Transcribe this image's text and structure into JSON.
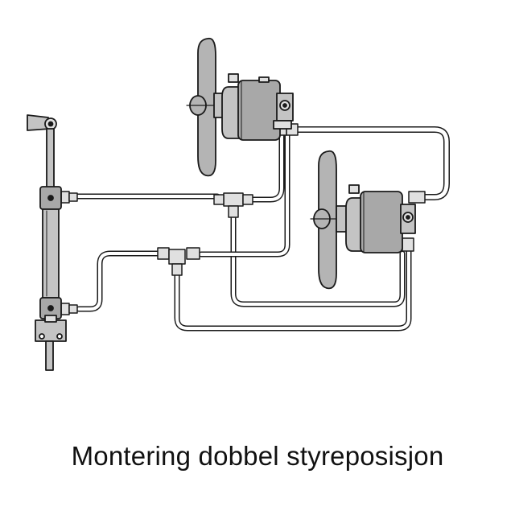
{
  "caption": "Montering dobbel styreposisjon",
  "colors": {
    "line": "#1a1a1a",
    "fill_dark": "#a8a8a8",
    "fill_mid": "#c4c4c4",
    "fill_light": "#e0e0e0",
    "background": "#ffffff"
  },
  "components": {
    "upper_helm": "helm-pump-upper",
    "lower_helm": "helm-pump-lower",
    "cylinder": "steering-cylinder",
    "tiller": "tiller-arm"
  }
}
